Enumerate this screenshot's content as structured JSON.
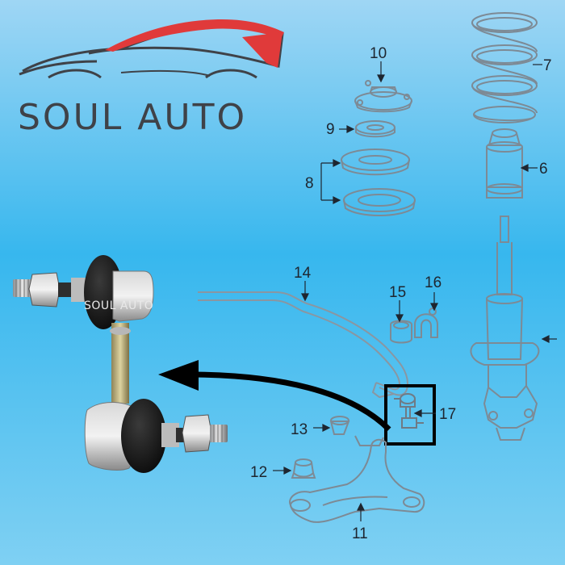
{
  "brand": {
    "name": "SOUL AUTO",
    "photo_label": "SOUL AUTO",
    "accent_color": "#e03a3a",
    "text_color": "#3f4248"
  },
  "parts": [
    {
      "id": "p7",
      "number": "7"
    },
    {
      "id": "p10",
      "number": "10"
    },
    {
      "id": "p9",
      "number": "9"
    },
    {
      "id": "p8",
      "number": "8"
    },
    {
      "id": "p6",
      "number": "6"
    },
    {
      "id": "p14",
      "number": "14"
    },
    {
      "id": "p15",
      "number": "15"
    },
    {
      "id": "p16",
      "number": "16"
    },
    {
      "id": "p17",
      "number": "17"
    },
    {
      "id": "p13",
      "number": "13"
    },
    {
      "id": "p12",
      "number": "12"
    },
    {
      "id": "p11",
      "number": "11"
    }
  ],
  "highlight_part": "17"
}
